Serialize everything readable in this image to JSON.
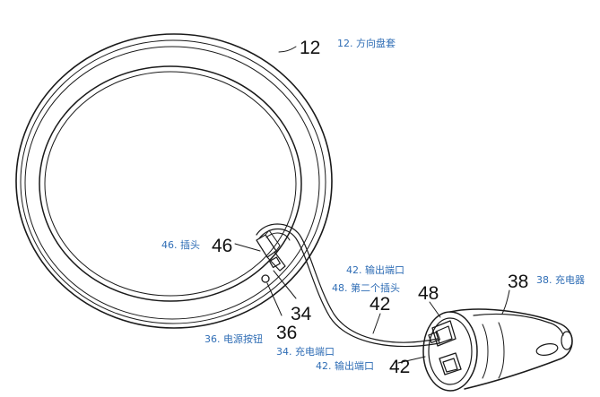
{
  "figure": {
    "ref_numbers": {
      "wheel_cover": "12",
      "charger": "38",
      "plug_1": "46",
      "plug_2": "48",
      "port_mid": "42",
      "port_bottom": "42",
      "charging_port": "34",
      "power_button": "36"
    },
    "captions": {
      "wheel_cover": "12. 方向盘套",
      "charger": "38. 充电器",
      "plug_1": "46. 插头",
      "port_mid": "42. 输出端口",
      "plug_2": "48. 第二个插头",
      "power_button": "36. 电源按钮",
      "charging_port": "34. 充电端口",
      "port_bottom": "42. 输出端口"
    },
    "colors": {
      "line_art": "#1a1a1a",
      "caption_text": "#2f6db5"
    }
  }
}
